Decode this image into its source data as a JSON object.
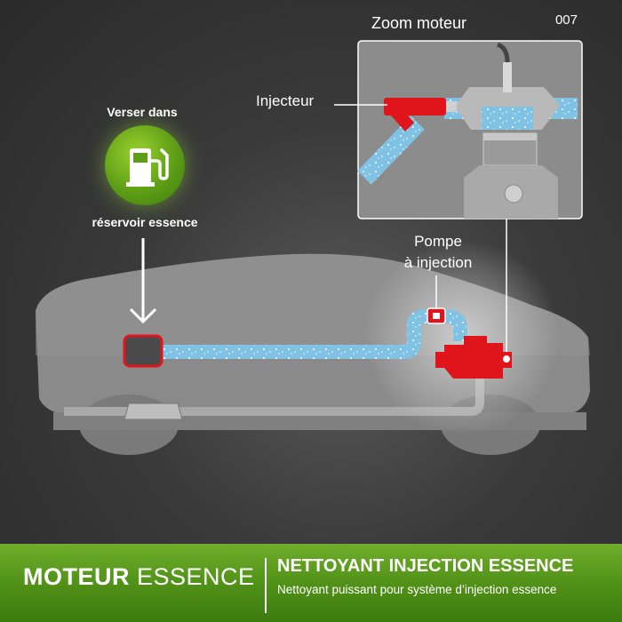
{
  "image_code": "007",
  "zoom": {
    "title": "Zoom moteur"
  },
  "labels": {
    "injecteur": "Injecteur",
    "pompe_line1": "Pompe",
    "pompe_line2": "à injection",
    "verser": "Verser dans",
    "reservoir": "réservoir essence"
  },
  "footer": {
    "left_bold": "MOTEUR",
    "left_light": "ESSENCE",
    "title": "NETTOYANT INJECTION ESSENCE",
    "subtitle": "Nettoyant puissant pour système d’injection essence"
  },
  "icons": {
    "fuel_badge": "fuel-pump-icon",
    "down_arrow": "arrow-down-icon"
  },
  "colors": {
    "accent_green": "#5e9e16",
    "engine_red": "#e0151b",
    "fuel_blue": "#8ccbe8",
    "car_gray": "#8a8a8a"
  }
}
